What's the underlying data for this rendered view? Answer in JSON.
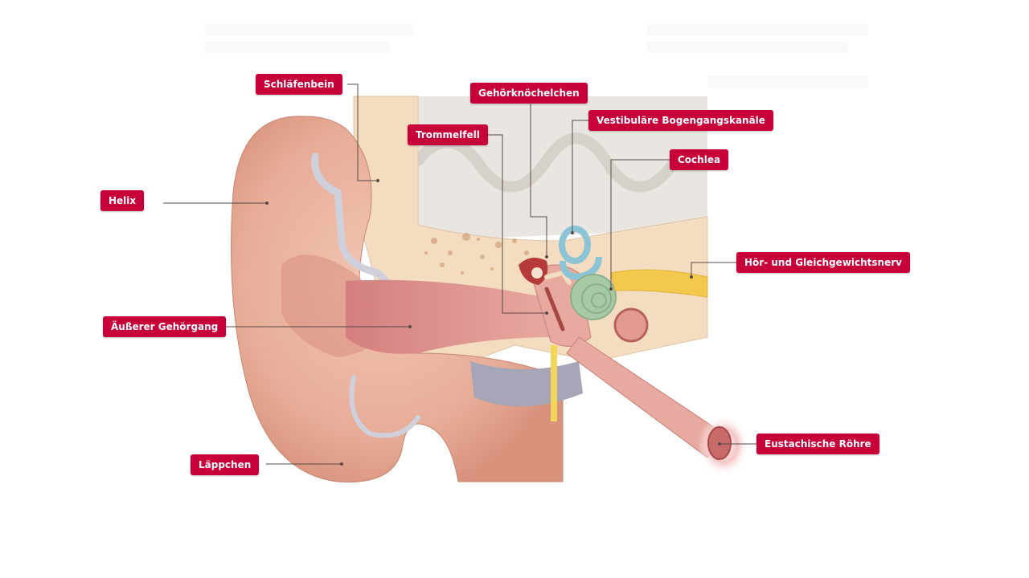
{
  "labels": {
    "helix": "Helix",
    "temporal_bone": "Schläfenbein",
    "ossicles": "Gehörknöchelchen",
    "eardrum": "Trommelfell",
    "semicircular_canals": "Vestibuläre Bogengangskanäle",
    "cochlea": "Cochlea",
    "auditory_nerve": "Hör- und Gleichgewichtsnerv",
    "ear_canal": "Äußerer Gehörgang",
    "eustachian_tube": "Eustachische Röhre",
    "earlobe": "Läppchen"
  },
  "colors": {
    "label_background": "#c8003a",
    "label_text": "#ffffff",
    "skin": "#eab8a4",
    "bone": "#f3dcc0",
    "canal": "#d98a8a",
    "semicircular_canals": "#8cc4d6",
    "cochlea": "#a8c9a6",
    "nerve": "#f2c94c",
    "cartilage": "#a6a6b8"
  }
}
